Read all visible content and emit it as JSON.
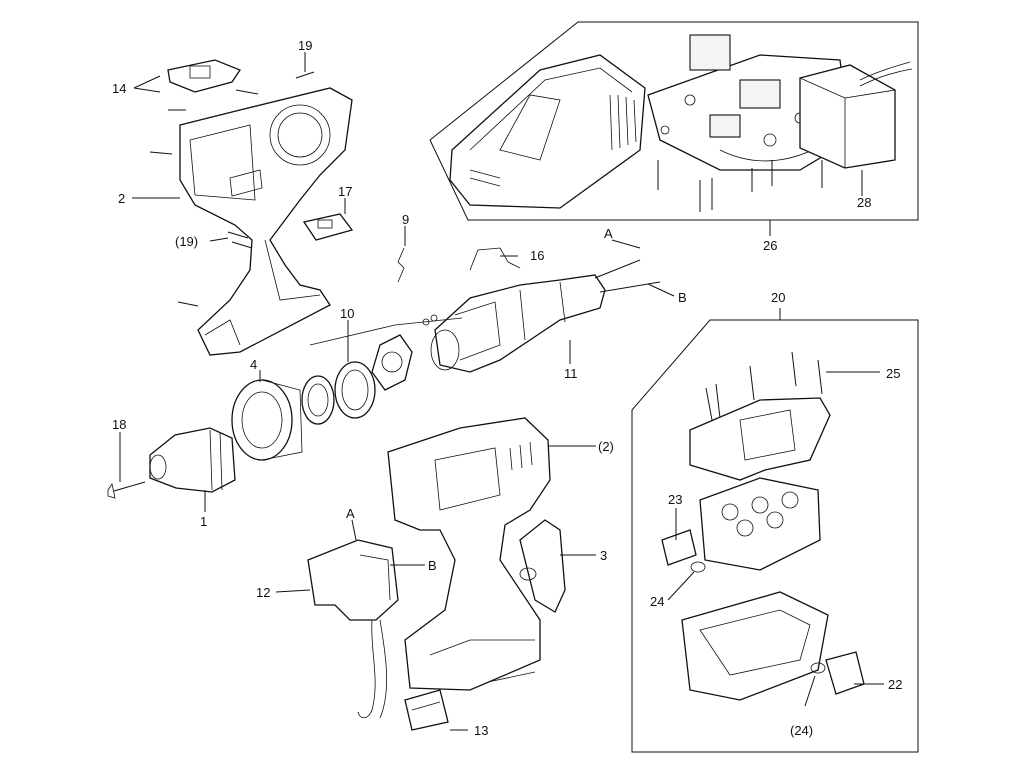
{
  "labels": {
    "l1": "1",
    "l2": "2",
    "l3": "3",
    "l4": "4",
    "l9": "9",
    "l10": "10",
    "l11": "11",
    "l12": "12",
    "l13": "13",
    "l14": "14",
    "l16": "16",
    "l17": "17",
    "l18": "18",
    "l19": "19",
    "l19p": "(19)",
    "l2p": "(2)",
    "l20": "20",
    "l22": "22",
    "l23": "23",
    "l24": "24",
    "l24p": "(24)",
    "l25": "25",
    "l26": "26",
    "l28": "28",
    "A1": "A",
    "B1": "B",
    "A2": "A",
    "B2": "B"
  }
}
